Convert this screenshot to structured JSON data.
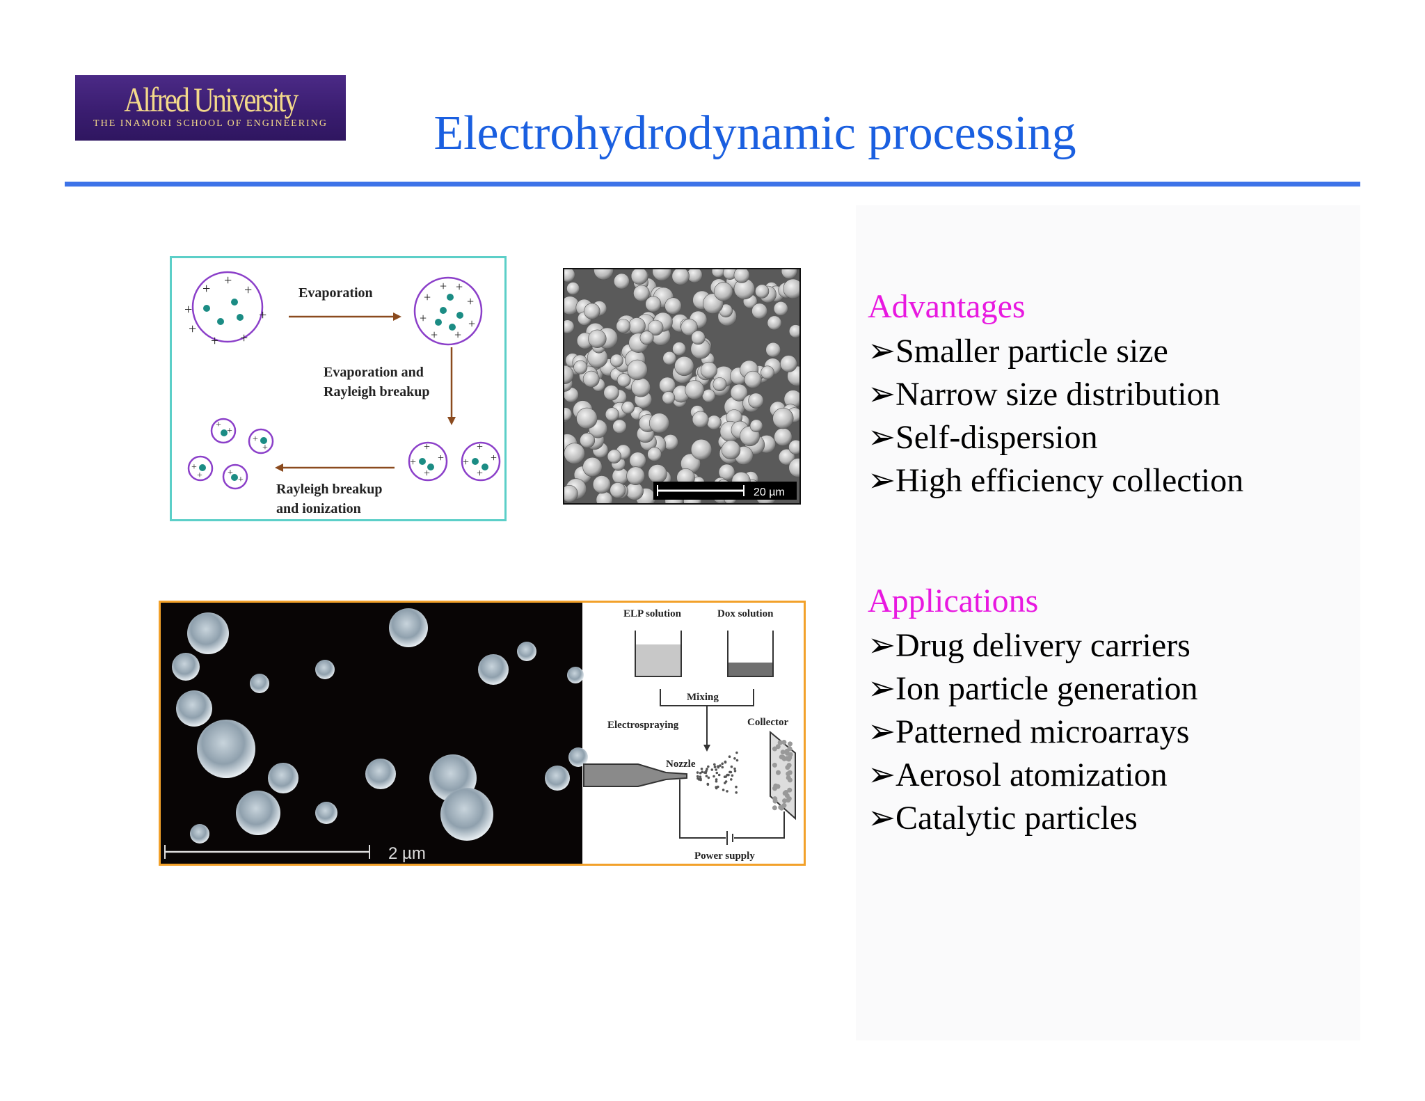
{
  "logo": {
    "line1": "Alfred University",
    "line2": "THE INAMORI SCHOOL OF ENGINEERING"
  },
  "title": "Electrohydrodynamic processing",
  "advantages": {
    "heading": "Advantages",
    "items": [
      "Smaller particle size",
      "Narrow size distribution",
      "Self-dispersion",
      "High efficiency collection"
    ]
  },
  "applications": {
    "heading": "Applications",
    "items": [
      "Drug delivery carriers",
      "Ion particle generation",
      "Patterned microarrays",
      "Aerosol atomization",
      "Catalytic particles"
    ]
  },
  "figure1": {
    "label_evaporation": "Evaporation",
    "label_evap_rayleigh_1": "Evaporation and",
    "label_evap_rayleigh_2": "Rayleigh breakup",
    "label_rayleigh_ion_1": "Rayleigh breakup",
    "label_rayleigh_ion_2": "and ionization"
  },
  "figure2": {
    "scale": "20 µm"
  },
  "figure3": {
    "scale": "2 µm",
    "elp_solution": "ELP solution",
    "dox_solution": "Dox solution",
    "mixing": "Mixing",
    "electrospraying": "Electrospraying",
    "collector": "Collector",
    "nozzle": "Nozzle",
    "power_supply": "Power supply"
  },
  "colors": {
    "title": "#1a5fe0",
    "rule": "#3d73e8",
    "heading": "#e818e0",
    "fig1_border": "#5ccfc8",
    "fig3_border": "#f2a12a"
  },
  "icons": {
    "bullet": "arrowhead-bullet-icon"
  }
}
